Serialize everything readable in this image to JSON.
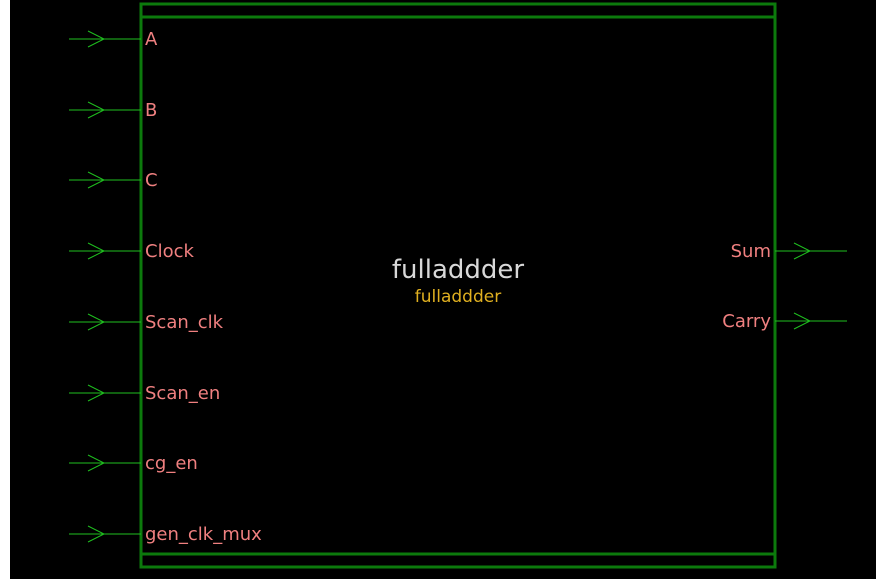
{
  "block": {
    "name": "fulladdder",
    "type_label": "fulladdder"
  },
  "inputs": [
    {
      "label": "A"
    },
    {
      "label": "B"
    },
    {
      "label": "C"
    },
    {
      "label": "Clock"
    },
    {
      "label": "Scan_clk"
    },
    {
      "label": "Scan_en"
    },
    {
      "label": "cg_en"
    },
    {
      "label": "gen_clk_mux"
    }
  ],
  "outputs": [
    {
      "label": "Sum"
    },
    {
      "label": "Carry"
    }
  ],
  "colors": {
    "background": "#000000",
    "border": "#0c7a0c",
    "wire": "#1fbf1f",
    "pin_label": "#f08080",
    "title": "#d8d8d8",
    "subtitle": "#e0b020"
  }
}
